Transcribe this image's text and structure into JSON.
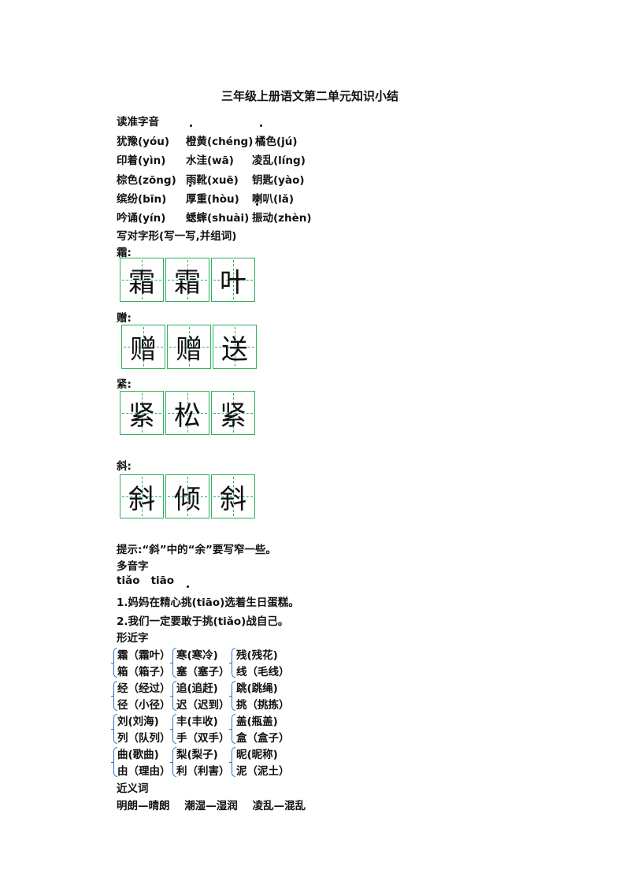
{
  "title": "三年级上册语文第二单元知识小结",
  "read": {
    "heading": "读准字音",
    "rows": [
      [
        "犹豫(yóu)",
        "橙黄(chéng)",
        "橘色(jú)"
      ],
      [
        "印着(yìn)",
        "水洼(wā)",
        "凌乱(líng)"
      ],
      [
        "棕色(zōng)",
        "雨靴(xuē)",
        "钥匙(yào)"
      ],
      [
        "缤纷(bīn)",
        "厚重(hòu)",
        "喇叭(lǎ)"
      ],
      [
        "吟诵(yín)",
        "蟋蟀(shuài)",
        "振动(zhèn)"
      ]
    ]
  },
  "write": {
    "heading": "写对字形(写一写,并组词)",
    "groups": [
      {
        "label": "霜:",
        "chars": [
          "霜",
          "霜",
          "叶"
        ]
      },
      {
        "label": "赠:",
        "chars": [
          "赠",
          "赠",
          "送"
        ]
      },
      {
        "label": "紧:",
        "chars": [
          "紧",
          "松",
          "紧"
        ]
      },
      {
        "label": "斜:",
        "chars": [
          "斜",
          "倾",
          "斜"
        ]
      }
    ],
    "grid_color": "#2fae5a"
  },
  "tip": "提示:“斜”中的“余”要写窄一些。",
  "poly": {
    "heading": "多音字",
    "readings": "tiǎo   tiāo",
    "lines": [
      "1.妈妈在精心挑(tiāo)选着生日蛋糕。",
      "2.我们一定要敢于挑(tiǎo)战自己。"
    ]
  },
  "similar": {
    "heading": "形近字",
    "brace_color": "#2f6fc4",
    "groups": [
      [
        "霜（霜叶）",
        "寒(寒冷)",
        "残(残花)"
      ],
      [
        "箱（箱子）",
        "塞（塞子）",
        "线（毛线）"
      ],
      [
        "经（经过）",
        "追(追赶)",
        "跳(跳绳)"
      ],
      [
        "径（小径）",
        "迟（迟到）",
        "挑（挑拣）"
      ],
      [
        "刘(刘海)",
        "丰(丰收)",
        "盖(瓶盖)"
      ],
      [
        "列（队列）",
        "手（双手）",
        "盒（盒子）"
      ],
      [
        "曲(歌曲)",
        "梨(梨子)",
        "昵(昵称)"
      ],
      [
        "由（理由）",
        "利（利害）",
        "泥（泥土）"
      ]
    ]
  },
  "synonyms": {
    "heading": "近义词",
    "text": "明朗—晴朗    潮湿—湿润    凌乱—混乱"
  }
}
